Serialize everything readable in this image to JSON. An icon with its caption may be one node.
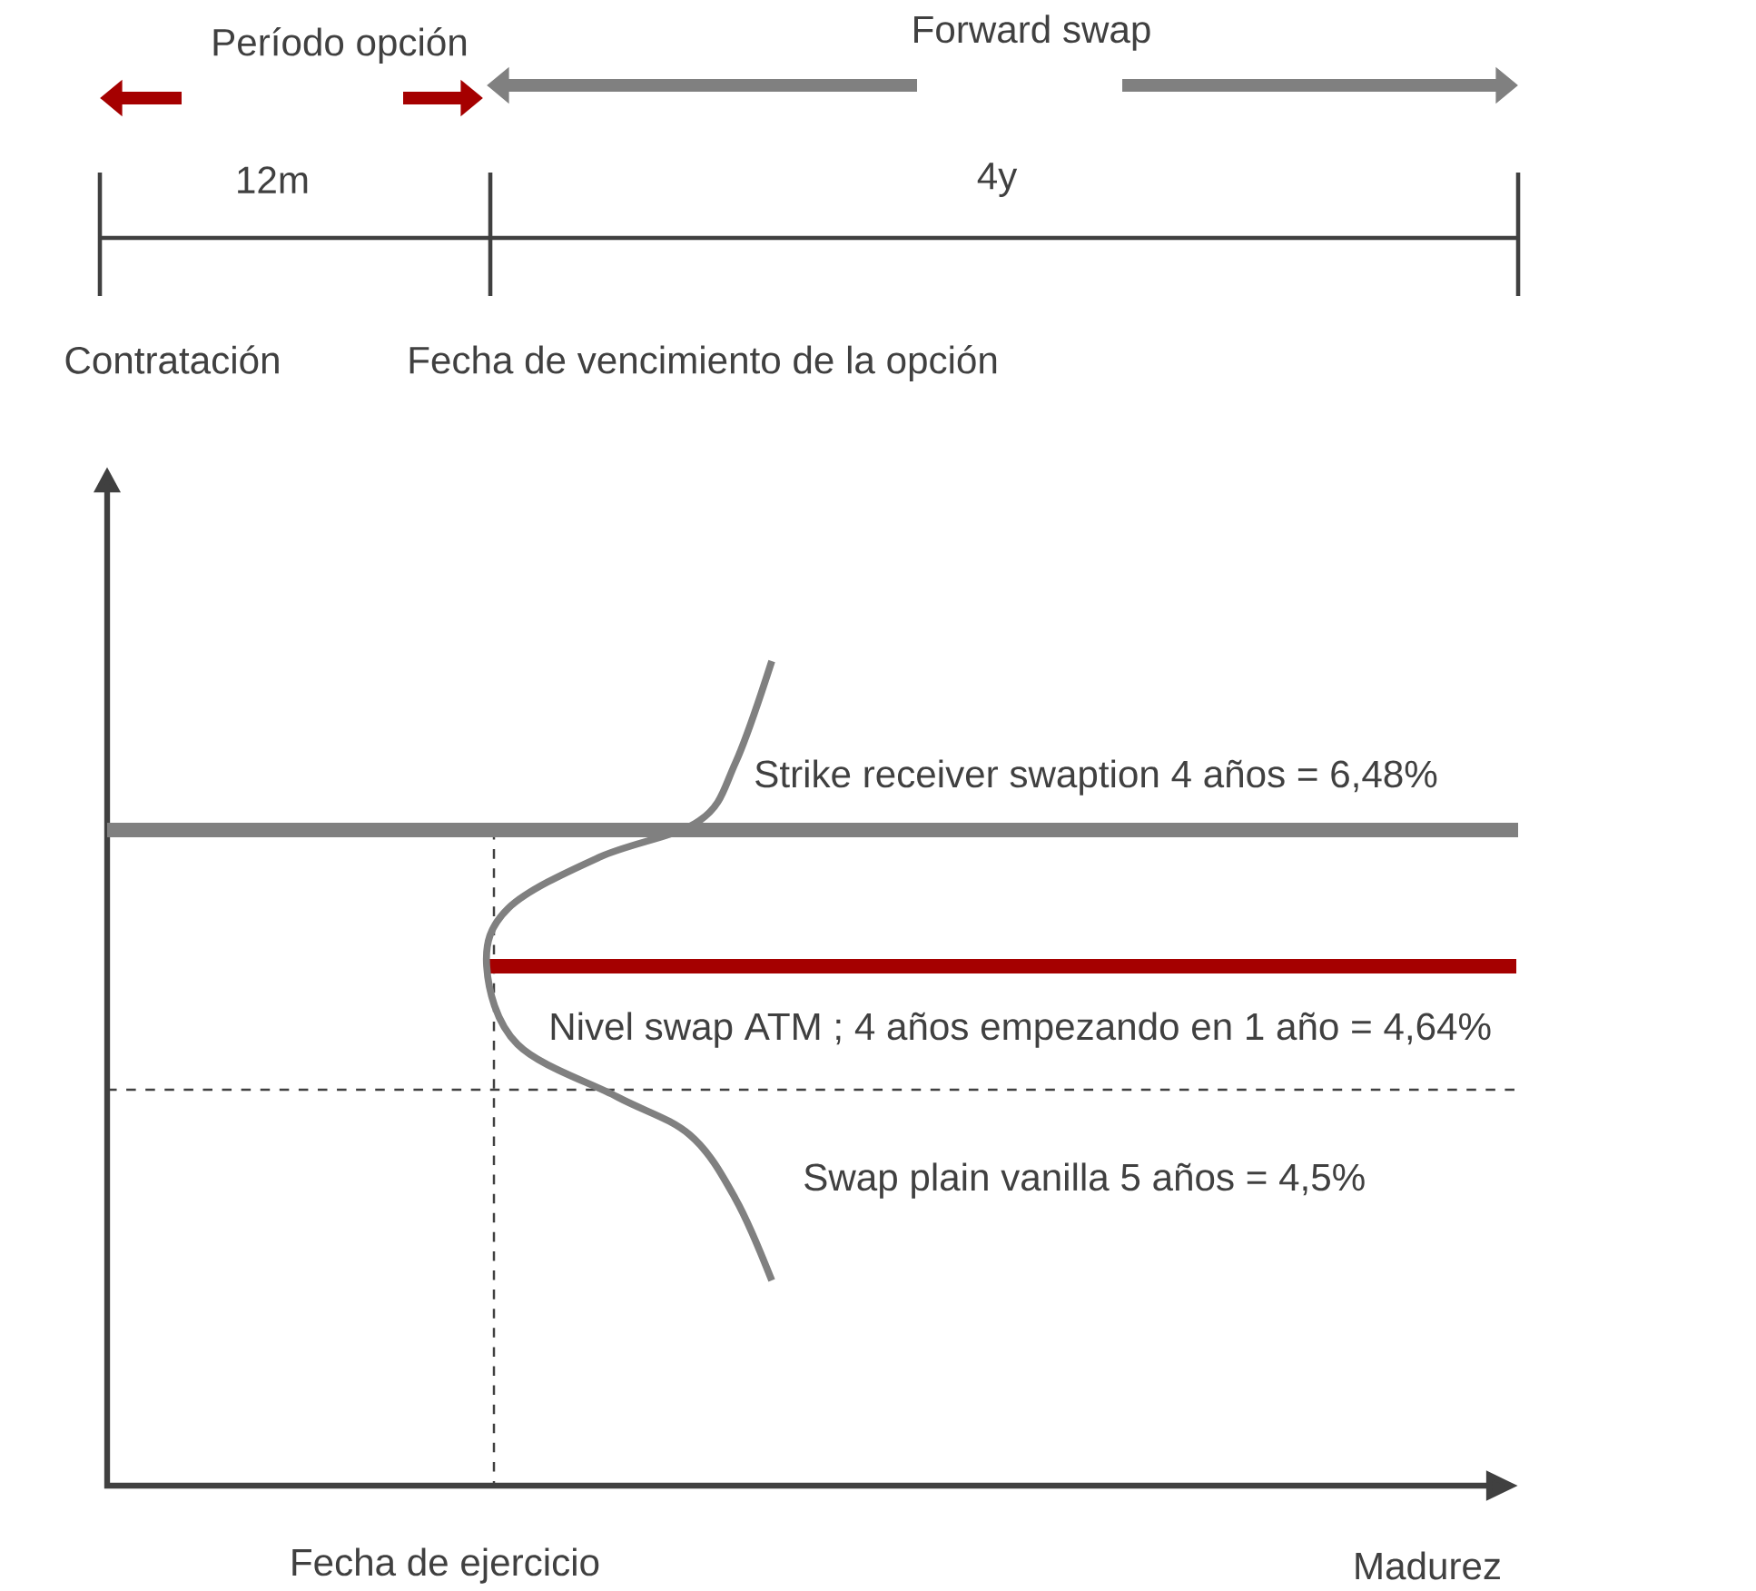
{
  "diagram": {
    "labels": [
      "Período opción",
      "Forward swap",
      "12m",
      "4y",
      "Contratación",
      "Fecha de vencimiento de la opción",
      "Strike receiver swaption 4 años = 6,48%",
      "Nivel swap ATM ; 4 años empezando en 1 año = 4,64%",
      "Swap plain vanilla 5 años = 4,5%",
      "Fecha de ejercicio",
      "Madurez"
    ]
  }
}
